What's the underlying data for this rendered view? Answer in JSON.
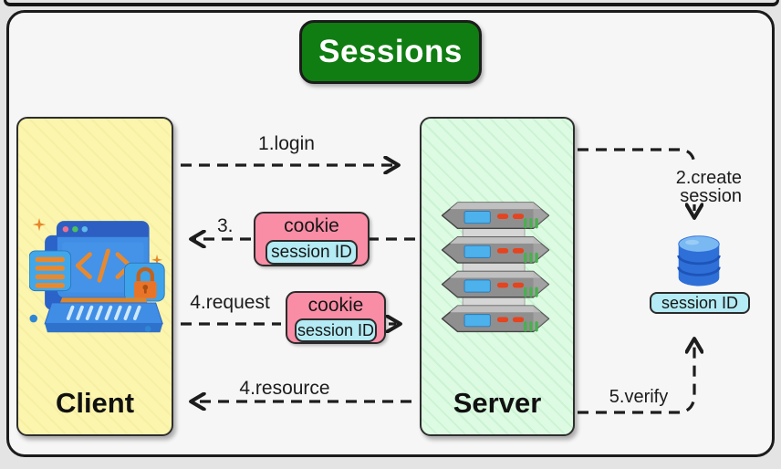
{
  "title": "Sessions",
  "boxes": {
    "client": {
      "label": "Client"
    },
    "server": {
      "label": "Server"
    }
  },
  "flows": {
    "login": {
      "label": "1.login"
    },
    "create": {
      "label_line1": "2.create",
      "label_line2": "session"
    },
    "cookie_response": {
      "step": "3.",
      "box_title": "cookie",
      "chip": "session ID"
    },
    "request": {
      "label": "4.request",
      "box_title": "cookie",
      "chip": "session ID"
    },
    "resource": {
      "label": "4.resource"
    },
    "verify": {
      "label": "5.verify"
    }
  },
  "database": {
    "chip": "session ID"
  },
  "icons": {
    "client": "laptop-code-illustration",
    "server": "server-stack-illustration",
    "database": "database-cylinder-icon"
  },
  "colors": {
    "page-bg": "#e4e4e4",
    "canvas-bg": "#f6f6f6",
    "frame-border": "#1b1b1b",
    "title-green": "#107d12",
    "client-yellow": "#fbf5ad",
    "server-mint": "#ddfbe2",
    "cookie-pink": "#f98da6",
    "session-cyan": "#b4ebf4",
    "arrow-black": "#1d1d1d",
    "db-blue": "#2f6fd8",
    "db-blue-light": "#7ab8f2"
  }
}
